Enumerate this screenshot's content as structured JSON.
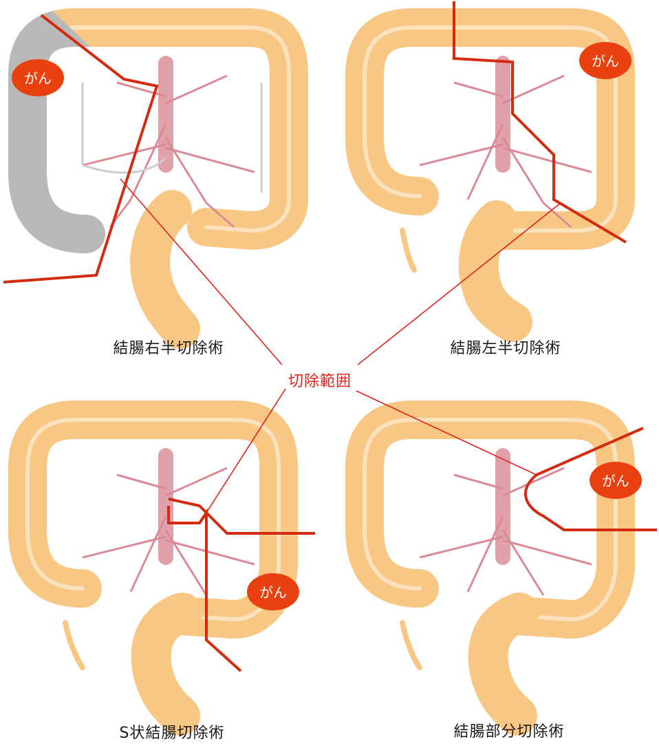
{
  "center_label": "切除範囲",
  "panels": [
    {
      "caption": "結腸右半切除術",
      "cancer_label": "がん"
    },
    {
      "caption": "結腸左半切除術",
      "cancer_label": "がん"
    },
    {
      "caption": "S状結腸切除術",
      "cancer_label": "がん"
    },
    {
      "caption": "結腸部分切除術",
      "cancer_label": "がん"
    }
  ],
  "colors": {
    "colon_remaining": "#f8c784",
    "colon_resected": "#b9b9b9",
    "vessel": "#d98a95",
    "cut_line": "#d42a10",
    "cancer": "#e8400f",
    "leader": "#e0201a"
  }
}
